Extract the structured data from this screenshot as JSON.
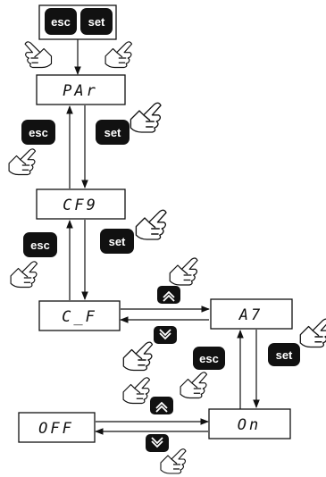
{
  "keys": {
    "esc": "esc",
    "set": "set"
  },
  "displays": {
    "par": "PAr",
    "cfg": "CF9",
    "c_f": "C_F",
    "a7": "A7",
    "on": "On",
    "off": "OFF"
  },
  "icons": [
    "chevron-up-icon",
    "chevron-down-icon",
    "hand-press-icon"
  ],
  "colors": {
    "key_fill": "#111111",
    "key_text": "#ffffff",
    "line": "#111111"
  }
}
